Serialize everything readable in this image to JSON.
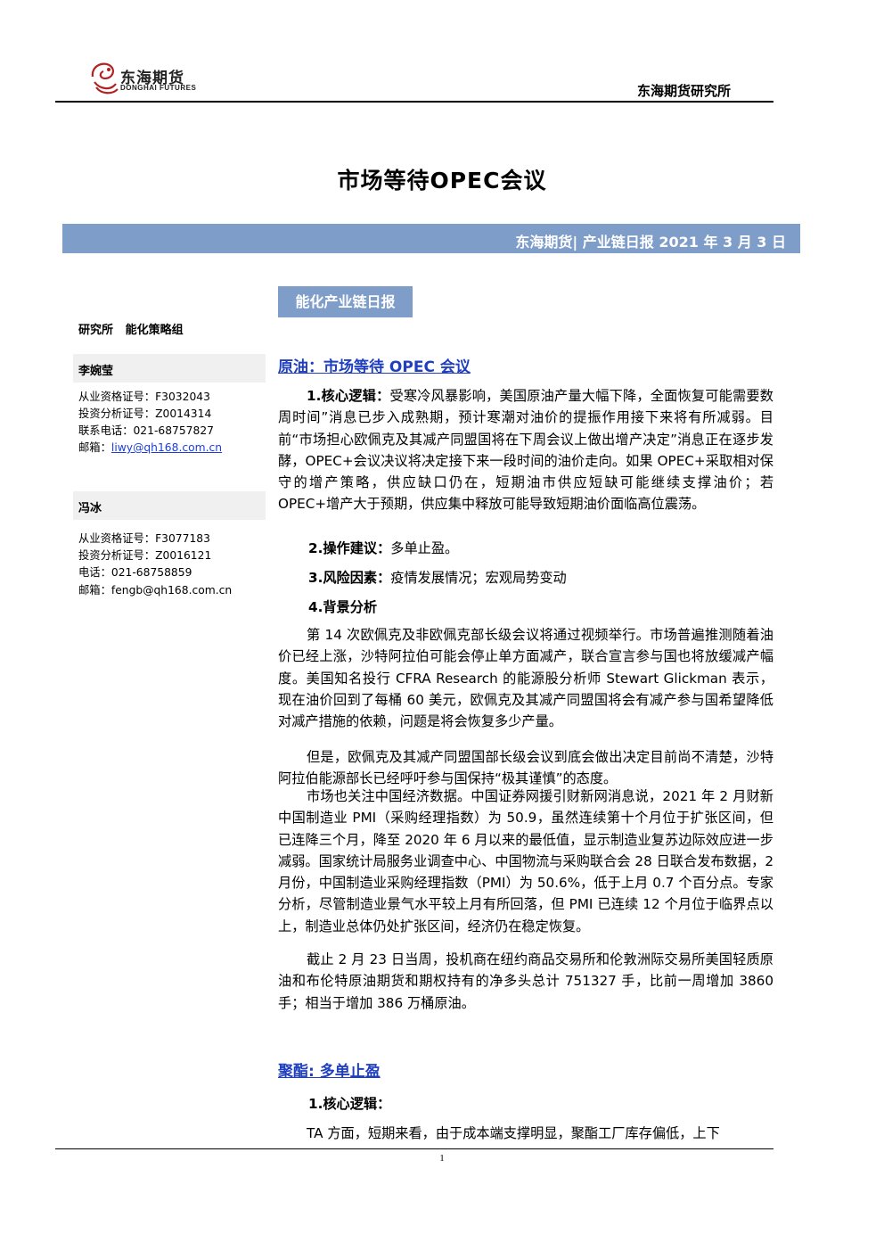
{
  "header": {
    "logo_cn": "东海期货",
    "logo_en": "DONGHAI FUTURES",
    "institute": "东海期货研究所"
  },
  "title": "市场等待OPEC会议",
  "report_bar": "东海期货| 产业链日报 2021 年 3 月 3 日",
  "section_badge": "能化产业链日报",
  "sidebar": {
    "dept": "研究所   能化策略组",
    "authors": [
      {
        "name": "李婉莹",
        "cert": "从业资格证号：F3032043",
        "invest": "投资分析证号：Z0014314",
        "phone": "联系电话：021-68757827",
        "email_label": "邮箱：",
        "email": "liwy@qh168.com.cn"
      },
      {
        "name": "冯冰",
        "cert": "从业资格证号：F3077183",
        "invest": "投资分析证号：Z0016121",
        "phone": "电话：021-68758859",
        "email_label": "邮箱：",
        "email": "fengb@qh168.com.cn"
      }
    ]
  },
  "crude": {
    "heading": "原油：市场等待 OPEC 会议",
    "core_label": "1.核心逻辑：",
    "core_text": "受寒冷风暴影响，美国原油产量大幅下降，全面恢复可能需要数周时间”消息已步入成熟期，预计寒潮对油价的提振作用接下来将有所减弱。目前“市场担心欧佩克及其减产同盟国将在下周会议上做出增产决定”消息正在逐步发酵，OPEC+会议决议将决定接下来一段时间的油价走向。如果 OPEC+采取相对保守的增产策略，供应缺口仍在，短期油市供应短缺可能继续支撑油价；若 OPEC+增产大于预期，供应集中释放可能导致短期油价面临高位震荡。",
    "advice_label": "2.操作建议：",
    "advice_text": "多单止盈。",
    "risk_label": "3.风险因素：",
    "risk_text": "疫情发展情况；宏观局势变动",
    "bg_label": "4.背景分析",
    "bg_p1": "第 14 次欧佩克及非欧佩克部长级会议将通过视频举行。市场普遍推测随着油价已经上涨，沙特阿拉伯可能会停止单方面减产，联合宣言参与国也将放缓减产幅度。美国知名投行 CFRA Research 的能源股分析师 Stewart Glickman 表示，现在油价回到了每桶 60 美元，欧佩克及其减产同盟国将会有减产参与国希望降低对减产措施的依赖，问题是将会恢复多少产量。",
    "bg_p2": "但是，欧佩克及其减产同盟国部长级会议到底会做出决定目前尚不清楚，沙特阿拉伯能源部长已经呼吁参与国保持“极其谨慎”的态度。",
    "bg_p3": "市场也关注中国经济数据。中国证券网援引财新网消息说，2021 年 2 月财新中国制造业 PMI（采购经理指数）为 50.9，虽然连续第十个月位于扩张区间，但已连降三个月，降至 2020 年 6 月以来的最低值，显示制造业复苏边际效应进一步减弱。国家统计局服务业调查中心、中国物流与采购联合会 28 日联合发布数据，2 月份，中国制造业采购经理指数（PMI）为 50.6%，低于上月 0.7 个百分点。专家分析，尽管制造业景气水平较上月有所回落，但 PMI 已连续 12 个月位于临界点以上，制造业总体仍处扩张区间，经济仍在稳定恢复。",
    "bg_p4": "截止 2 月 23 日当周，投机商在纽约商品交易所和伦敦洲际交易所美国轻质原油和布伦特原油期货和期权持有的净多头总计 751327 手，比前一周增加 3860 手；相当于增加 386 万桶原油。"
  },
  "polyester": {
    "heading": "聚酯: 多单止盈",
    "core_label": "1.核心逻辑：",
    "p1": "TA 方面，短期来看，由于成本端支撑明显，聚酯工厂库存偏低，上下"
  },
  "page_number": "1"
}
